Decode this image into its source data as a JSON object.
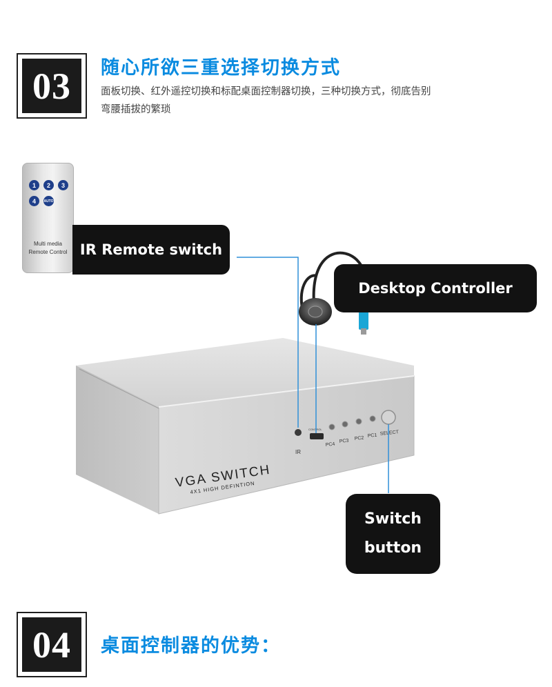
{
  "section3": {
    "number": "03",
    "title": "随心所欲三重选择切换方式",
    "desc_line1": "面板切换、红外遥控切换和标配桌面控制器切换，三种切换方式，彻底告别",
    "desc_line2": "弯腰插拔的繁琐"
  },
  "remote": {
    "buttons": [
      "1",
      "2",
      "3",
      "4",
      "AUTO"
    ],
    "text_line1": "Multi media",
    "text_line2": "Remote Control"
  },
  "labels": {
    "ir_remote": "IR Remote switch",
    "desktop_controller": "Desktop Controller",
    "switch_button_line1": "Switch",
    "switch_button_line2": "button"
  },
  "device": {
    "brand": "VGA SWITCH",
    "subtitle": "4X1 HIGH DEFINTION",
    "ir_label": "IR",
    "control_label": "CONTROL",
    "port_labels": [
      "PC4",
      "PC3",
      "PC2",
      "PC1",
      "SELECT"
    ]
  },
  "section4": {
    "number": "04",
    "title": "桌面控制器的优势："
  },
  "colors": {
    "accent": "#0a8be0",
    "label_bg": "#121212",
    "connector_line": "#2f8fd8",
    "usb_plug": "#1aa6d6"
  }
}
